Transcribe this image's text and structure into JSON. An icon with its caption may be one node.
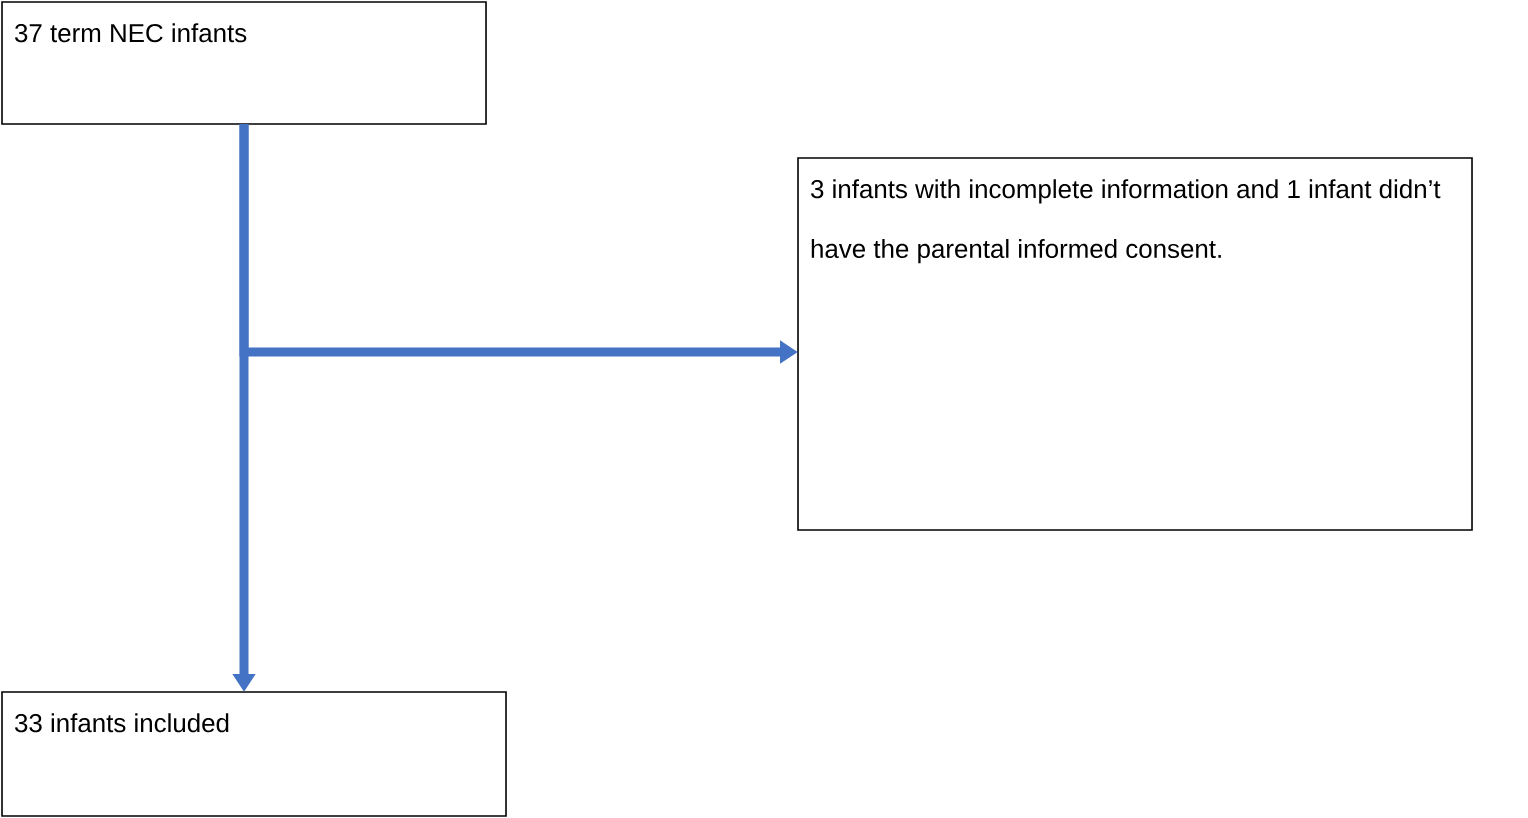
{
  "diagram": {
    "nodes": [
      {
        "text": [
          "37 term NEC infants"
        ]
      },
      {
        "text": [
          "3 infants with incomplete information and 1 infant didn’t have the parental informed consent."
        ]
      },
      {
        "text": [
          "33 infants included"
        ]
      }
    ],
    "edges": [
      {
        "from": 0,
        "to": 2,
        "arrow": "to"
      },
      {
        "from": 0,
        "to": 1,
        "arrow": "to"
      }
    ]
  }
}
